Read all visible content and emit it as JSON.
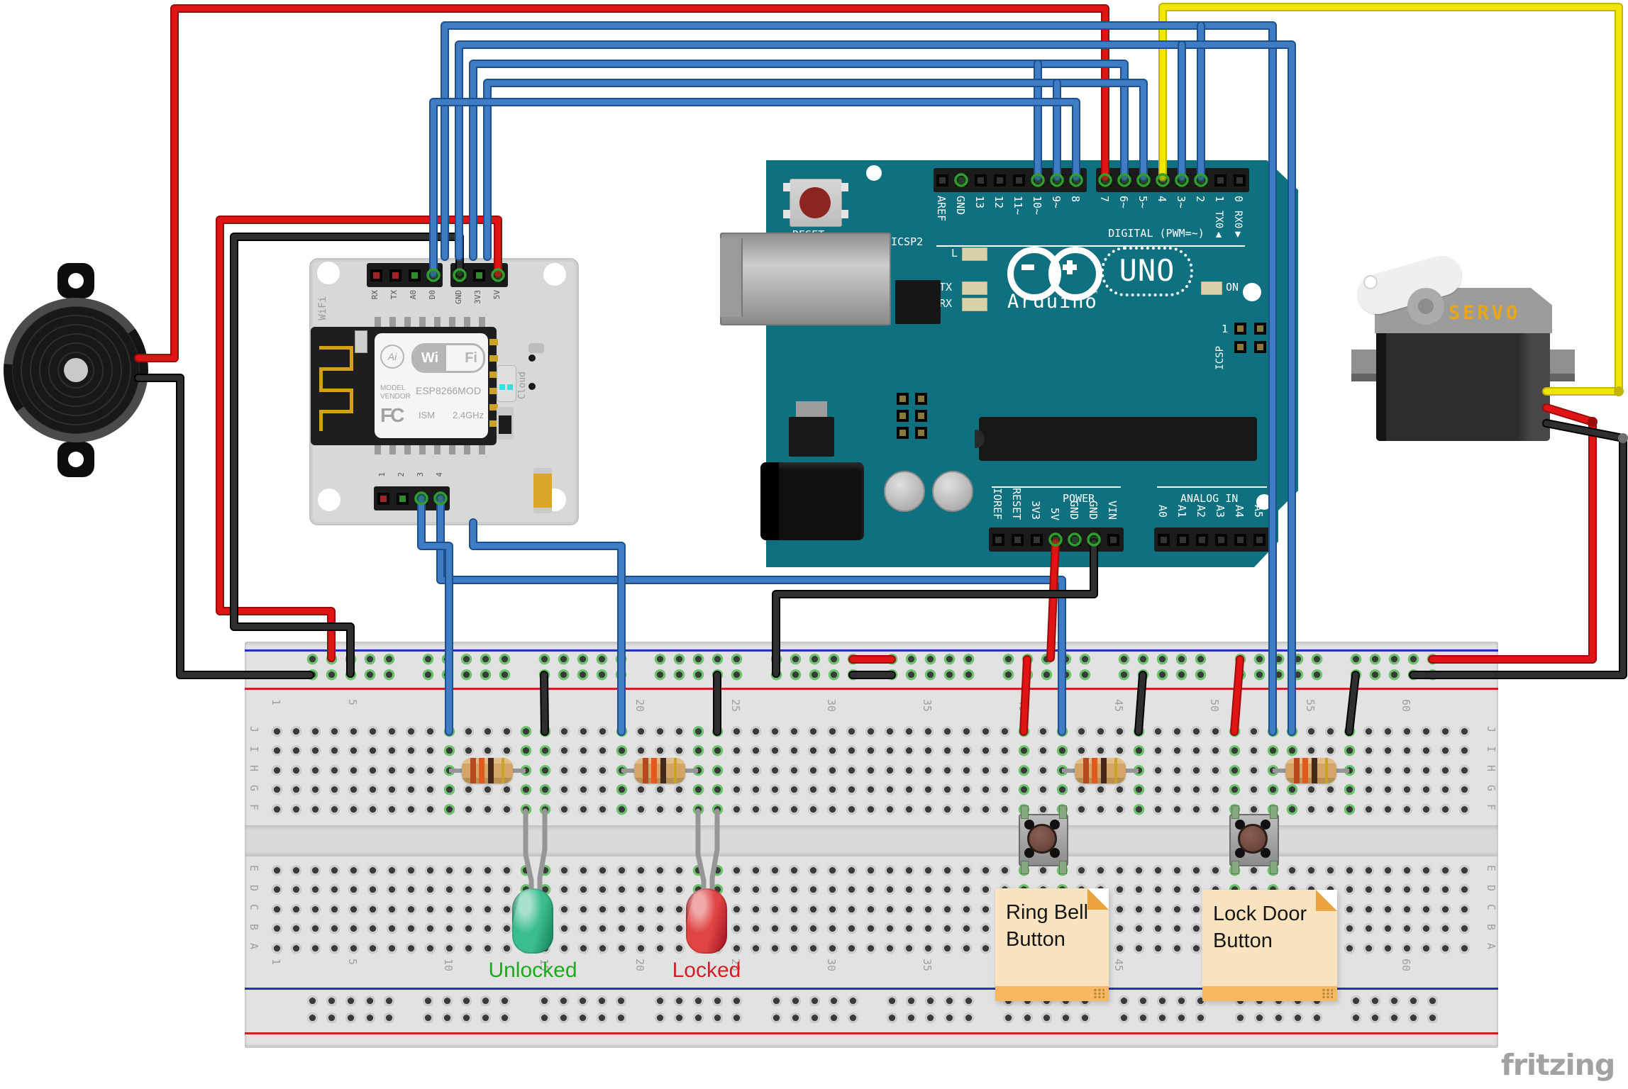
{
  "watermark": "fritzing",
  "wire_colors": {
    "red": "#e01414",
    "red_dark": "#9a0d0d",
    "black": "#2f2f2f",
    "black_dark": "#000000",
    "blue": "#3f7cc4",
    "blue_dark": "#1d4e8e",
    "yellow": "#f2e50a",
    "yellow_dark": "#c2b408",
    "gray": "#969696",
    "gray_dark": "#6f6f6f",
    "green_pin": "#2e9e2e"
  },
  "arduino": {
    "board_color": "#0f7080",
    "reset_label": "RESET",
    "icsp2_label": "ICSP2",
    "icsp_label": "ICSP",
    "icsp_pin1_label": "1",
    "digital_header_label": "DIGITAL (PWM=~)",
    "top_pin_labels_left": [
      "AREF",
      "GND",
      "13",
      "12",
      "11~",
      "10~",
      "9~",
      "8"
    ],
    "top_pin_labels_right": [
      "7",
      "6~",
      "5~",
      "4",
      "3~",
      "2",
      "1",
      "0"
    ],
    "serial_tx_label": "TX0▲",
    "serial_rx_label": "RX0▼",
    "onboard_led_labels": [
      "L",
      "TX",
      "RX"
    ],
    "power_led_label": "ON",
    "brand": "Arduino",
    "brand_tm": "™",
    "model": "UNO",
    "power_header_label": "POWER",
    "analog_header_label": "ANALOG IN",
    "power_pin_labels": [
      "IOREF",
      "RESET",
      "3V3",
      "5V",
      "GND",
      "GND",
      "VIN"
    ],
    "analog_pin_labels": [
      "A0",
      "A1",
      "A2",
      "A3",
      "A4",
      "A5"
    ]
  },
  "esp": {
    "side_label": "WiFi",
    "ai_logo": "Ai",
    "wifi_logo_left": "Wi",
    "wifi_logo_right": "Fi",
    "model_label": "MODEL",
    "vendor_label": "VENDOR",
    "chip_name": "ESP8266MO",
    "chip_rev": "D",
    "fcc_logo": "FC",
    "ism_label": "ISM",
    "freq_label": "2.4GHz",
    "cloud_label": "Cloud",
    "top_pin_labels": [
      "RX",
      "TX",
      "A0",
      "D0"
    ],
    "power_pin_labels": [
      "GND",
      "3V3",
      "5V"
    ],
    "bottom_pin_labels": [
      "1",
      "2",
      "3",
      "4"
    ]
  },
  "servo": {
    "label": "SERVO",
    "label_color": "#eba713"
  },
  "breadboard": {
    "upper_row_letters": [
      "J",
      "I",
      "H",
      "G",
      "F"
    ],
    "lower_row_letters": [
      "E",
      "D",
      "C",
      "B",
      "A"
    ],
    "column_numbers": [
      "1",
      "5",
      "10",
      "15",
      "20",
      "25",
      "30",
      "35",
      "40",
      "45",
      "50",
      "55",
      "60"
    ]
  },
  "leds": [
    {
      "label": "Unlocked",
      "label_color": "#1da81d",
      "body_color": "#3bbd8d",
      "body_dark": "#1f8f66"
    },
    {
      "label": "Locked",
      "label_color": "#d22027",
      "body_color": "#e04343",
      "body_dark": "#b02028"
    }
  ],
  "notes": [
    {
      "text": "Ring Bell Button"
    },
    {
      "text": "Lock Door Button"
    }
  ]
}
